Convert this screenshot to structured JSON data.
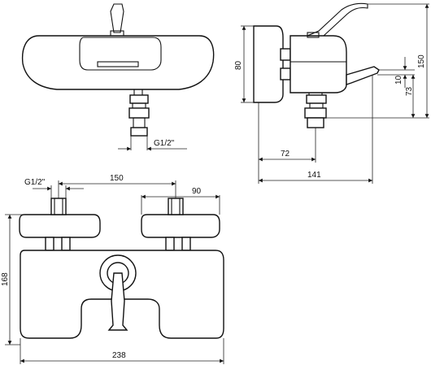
{
  "labels": {
    "thread_top": "G1/2\"",
    "side_height_body": "80",
    "side_total_height": "150",
    "side_spout_offset": "10",
    "side_spout_height": "73",
    "side_depth_axis": "72",
    "side_total_depth": "141",
    "front_thread": "G1/2\"",
    "front_centers": "150",
    "front_flange": "90",
    "front_height": "168",
    "front_width": "238"
  }
}
